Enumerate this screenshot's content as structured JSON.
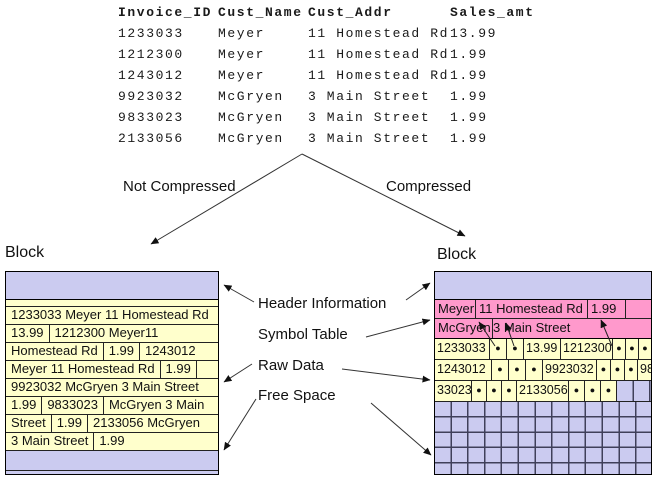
{
  "colors": {
    "header_and_free_space": "#cbcbf0",
    "symbol_table": "#ff99cc",
    "raw_data": "#ffffcc"
  },
  "source_table": {
    "headers": [
      "Invoice_ID",
      "Cust_Name",
      "Cust_Addr",
      "Sales_amt"
    ],
    "rows": [
      [
        "1233033",
        "Meyer",
        "11 Homestead Rd",
        "13.99"
      ],
      [
        "1212300",
        "Meyer",
        "11 Homestead Rd",
        "1.99"
      ],
      [
        "1243012",
        "Meyer",
        "11 Homestead Rd",
        "1.99"
      ],
      [
        "9923032",
        "McGryen",
        "3 Main Street",
        "1.99"
      ],
      [
        "9833023",
        "McGryen",
        "3 Main Street",
        "1.99"
      ],
      [
        "2133056",
        "McGryen",
        "3 Main Street",
        "1.99"
      ]
    ]
  },
  "branches": {
    "left": "Not Compressed",
    "right": "Compressed"
  },
  "annotations": {
    "header_information": "Header Information",
    "symbol_table": "Symbol Table",
    "raw_data": "Raw Data",
    "free_space": "Free Space"
  },
  "uncompressed_block": {
    "title": "Block",
    "rows": [
      [
        "1233033 Meyer 11 Homestead Rd"
      ],
      [
        "13.99",
        "1212300 Meyer11"
      ],
      [
        "Homestead Rd",
        "1.99",
        "1243012"
      ],
      [
        "Meyer 11 Homestead Rd",
        "1.99",
        ""
      ],
      [
        "9923032 McGryen 3 Main Street"
      ],
      [
        "1.99",
        "9833023",
        "McGryen 3 Main"
      ],
      [
        "Street",
        "1.99",
        "2133056 McGryen"
      ],
      [
        "3 Main Street",
        "1.99"
      ]
    ]
  },
  "compressed_block": {
    "title": "Block",
    "symbol_rows": [
      [
        "Meyer",
        "11 Homestead Rd",
        "1.99"
      ],
      [
        "McGryen",
        "3 Main Street"
      ]
    ],
    "data_rows": [
      [
        "1233033",
        "●",
        "●",
        "13.99",
        "1212300",
        "●",
        "●",
        "●"
      ],
      [
        "1243012",
        "●",
        "●",
        "●",
        "9923032",
        "●",
        "●",
        "●",
        "98"
      ],
      [
        "33023",
        "●",
        "●",
        "●",
        "2133056",
        "●",
        "●",
        "●"
      ]
    ]
  }
}
